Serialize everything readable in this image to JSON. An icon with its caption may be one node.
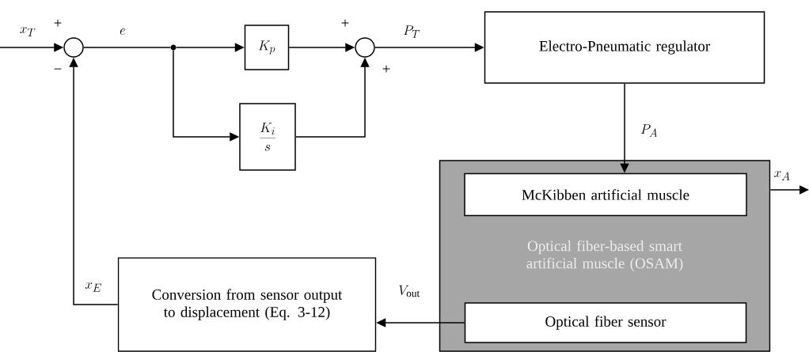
{
  "diagram": {
    "nodes": [
      {
        "text": [],
        "shape": "circle"
      },
      {
        "text": [],
        "shape": "circle"
      },
      {
        "text": [
          "K_p"
        ]
      },
      {
        "text": [],
        "shape": "circle"
      },
      {
        "text": [
          "\\frac{K_i}{s}"
        ]
      },
      {
        "text": [
          "Electro-Pneumatic regulator"
        ]
      },
      {
        "text": [
          "Optical fiber-based smart artificial muscle (OSAM)"
        ]
      },
      {
        "text": [
          "McKibben artificial muscle"
        ],
        "in": 6
      },
      {
        "text": [
          "Optical fiber sensor"
        ],
        "in": 6
      },
      {
        "text": [
          "Conversion from sensor output to displacement (Eq. 3-12)"
        ]
      }
    ],
    "edges": [
      {
        "from": null,
        "to": 0,
        "arrow": "to",
        "label": "x_T"
      },
      {
        "from": 0,
        "to": 1,
        "arrow": "none",
        "label": "e"
      },
      {
        "from": 1,
        "to": 2,
        "arrow": "to"
      },
      {
        "from": 1,
        "to": 4,
        "arrow": "to"
      },
      {
        "from": 2,
        "to": 3,
        "arrow": "to"
      },
      {
        "from": 4,
        "to": 3,
        "arrow": "to"
      },
      {
        "from": 3,
        "to": 5,
        "arrow": "to",
        "label": "P_T"
      },
      {
        "from": 5,
        "to": 7,
        "arrow": "to",
        "label": "P_A"
      },
      {
        "from": 6,
        "to": null,
        "arrow": "to",
        "label": "x_A"
      },
      {
        "from": 8,
        "to": 9,
        "arrow": "to",
        "label": "V_\\mathrm{out}"
      },
      {
        "from": 9,
        "to": 0,
        "arrow": "to",
        "label": "x_E"
      }
    ],
    "labels": [
      "+",
      "−",
      "+",
      "+"
    ]
  }
}
